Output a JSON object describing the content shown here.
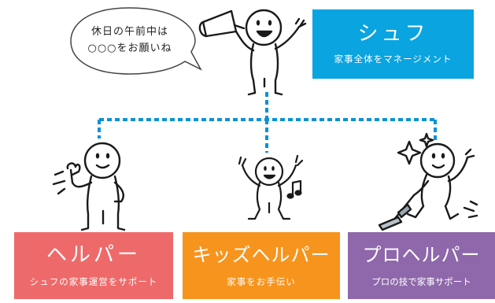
{
  "bubble": {
    "lines": [
      "休日の午前中は",
      "○○○をお願いね"
    ]
  },
  "roles": {
    "chef": {
      "title": "シュフ",
      "desc": "家事全体をマネージメント",
      "color": "#0aa4e0"
    },
    "helper": {
      "title": "ヘルパー",
      "desc": "シュフの家事運営をサポート",
      "color": "#ee6a6a"
    },
    "kids": {
      "title": "キッズヘルパー",
      "desc": "家事をお手伝い",
      "color": "#f7941d"
    },
    "pro": {
      "title": "プロヘルパー",
      "desc": "プロの技で家事サポート",
      "color": "#8e68aa"
    }
  },
  "colors": {
    "connector": "#0a91d6",
    "ink": "#1a1a1a"
  }
}
